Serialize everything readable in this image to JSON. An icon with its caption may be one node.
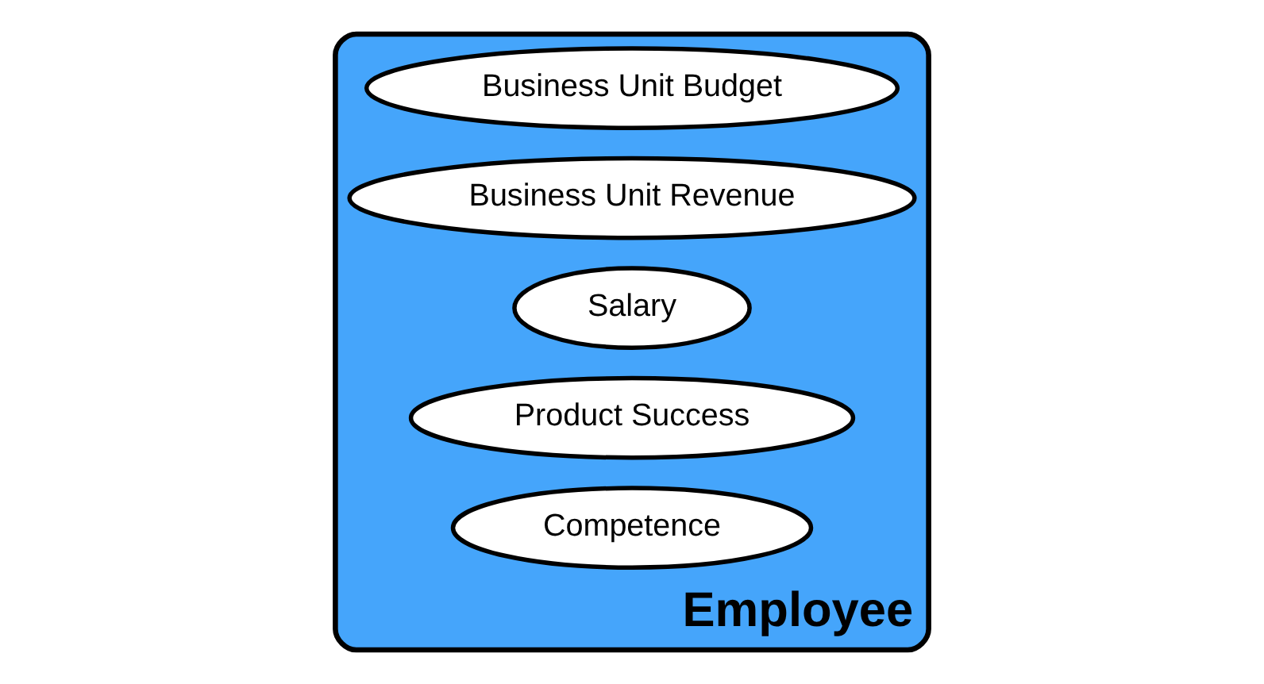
{
  "diagram": {
    "nodes": [
      {
        "text": [
          "Employee"
        ]
      },
      {
        "text": [
          "Business Unit Budget"
        ],
        "in": 0
      },
      {
        "text": [
          "Business Unit Revenue"
        ],
        "in": 0
      },
      {
        "text": [
          "Salary"
        ],
        "in": 0
      },
      {
        "text": [
          "Product Success"
        ],
        "in": 0
      },
      {
        "text": [
          "Competence"
        ],
        "in": 0
      }
    ]
  }
}
